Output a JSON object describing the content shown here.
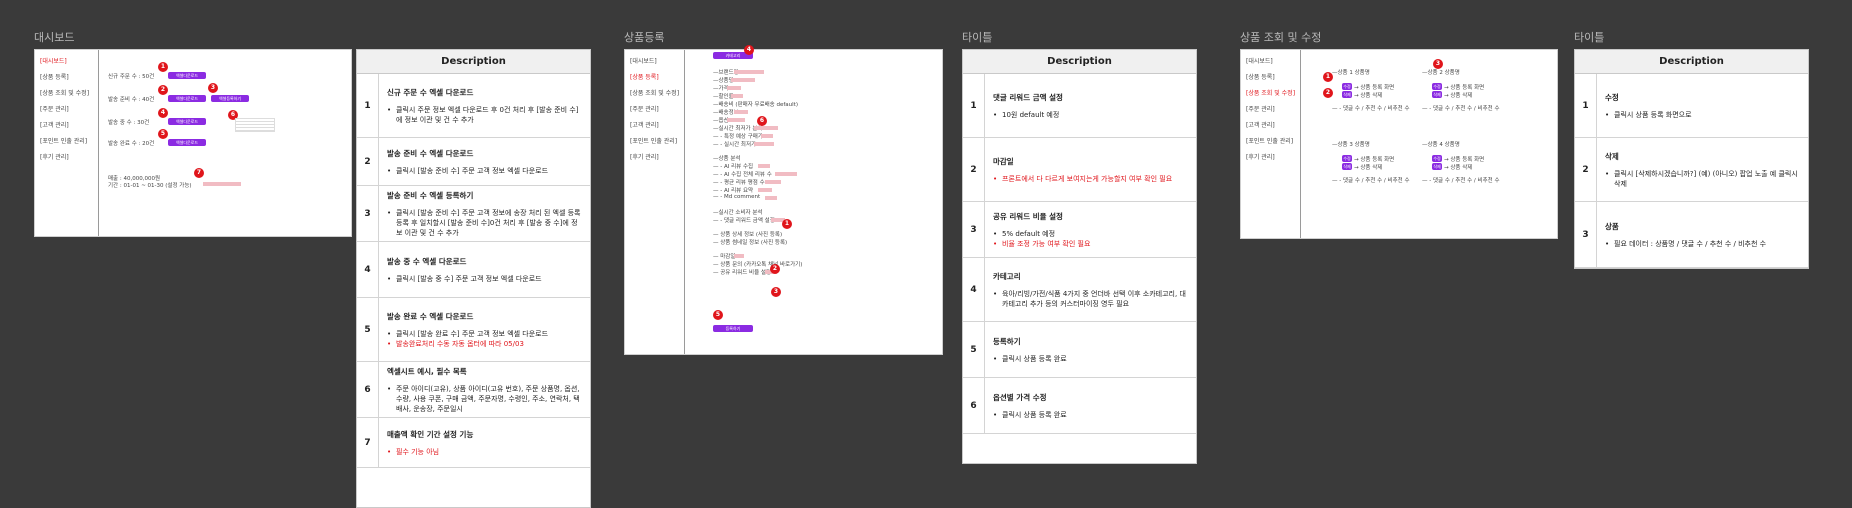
{
  "frames": {
    "dashboard": {
      "title": "대시보드",
      "sidebar": [
        "[대시보드]",
        "[상품 등록]",
        "[상품 조회 및 수정]",
        "[주문 관리]",
        "[고객 관리]",
        "[포인트 인출 관리]",
        "[후기 관리]"
      ],
      "active_index": 0,
      "stats": [
        "신규 주문 수 : 50건",
        "발송 준비 수 : 40건",
        "발송 중 수 : 30건",
        "발송 완료 수 : 20건"
      ],
      "btn_excel": "엑셀다운로드",
      "btn_excel2": "엑셀다운로드",
      "btn_excel_upload": "엑셀등록하기",
      "sales": "매출 : 40,000,000원",
      "period": "기간 : 01-01 ~ 01-30 (설정 가능)"
    },
    "dashboard_desc": {
      "header": "Description",
      "rows": [
        {
          "num": "1",
          "title": "신규 주문 수 엑셀 다운로드",
          "bullets": [
            {
              "text": "클릭시 주문 정보 엑셀 다운로드 후 0건 처리 후 [발송 준비 수]에 정보 이관 및 건 수 추가",
              "red": false
            }
          ]
        },
        {
          "num": "2",
          "title": "발송 준비 수 엑셀 다운로드",
          "bullets": [
            {
              "text": "클릭시 [발송 준비 수] 주문 고객 정보 엑셀 다운로드",
              "red": false
            }
          ]
        },
        {
          "num": "3",
          "title": "발송 준비 수 엑셀 등록하기",
          "bullets": [
            {
              "text": "클릭시 [발송 준비 수] 주문 고객 정보에 송장 처리 된 엑셀 등록 등록 후 일치할시 [발송 준비 수]0건 처리 후 [발송 중 수]에 정보 이관 및 건 수 추가",
              "red": false
            }
          ]
        },
        {
          "num": "4",
          "title": "발송 중 수 엑셀 다운로드",
          "bullets": [
            {
              "text": "클릭시 [발송 중 수] 주문 고객 정보 엑셀 다운로드",
              "red": false
            }
          ]
        },
        {
          "num": "5",
          "title": "발송 완료 수 엑셀 다운로드",
          "bullets": [
            {
              "text": "클릭시 [발송 완료 수] 주문 고객 정보 엑셀 다운로드",
              "red": false
            },
            {
              "text": "발송완료처리 수동 자동 옵터에 따라 05/03",
              "red": true
            }
          ]
        },
        {
          "num": "6",
          "title": "엑셀시트 예시, 필수 목록",
          "bullets": [
            {
              "text": "주문 아이디(고유), 상품 아이디(고유 번호), 주문 상품명, 옵션, 수량, 사용 쿠폰, 구매 금액, 주문자명, 수령인, 주소, 연락처, 택배사, 운송장, 주문일시",
              "red": false
            }
          ]
        },
        {
          "num": "7",
          "title": "매출액 확인 기간 설정 기능",
          "bullets": [
            {
              "text": "필수 기능 아님",
              "red": true
            }
          ]
        }
      ]
    },
    "register": {
      "title": "상품등록",
      "sidebar": [
        "[대시보드]",
        "[상품 등록]",
        "[상품 조회 및 수정]",
        "[주문 관리]",
        "[고객 관리]",
        "[포인트 인출 관리]",
        "[후기 관리]"
      ],
      "active_index": 1,
      "top_btn": "카테고리",
      "lines": [
        "—브랜드명",
        "—상품명",
        "—가격",
        "—할인율",
        "—배송비 (판매자 무료배송 default)",
        "—배송정보",
        "—옵션",
        "—실시간 최저가 분석",
        "— - 특정 예상 구매가",
        "— - 실시간 최저가",
        "—상품 분석",
        "— - AI 리뷰 수집",
        "— - AI 수집 전체 리뷰 수",
        "— - 평균 리뷰 평점 수",
        "— - AI 리뷰 요약",
        "— - Md comment",
        "—실시간 소비자 분석",
        "— - 댓글 리워드 금액 설정",
        "— 상품 상세 정보 (사진 등록)",
        "— 상품 썸네일 정보 (사진 등록)",
        "— 마감일",
        "— 상품 문의 (카카오톡 채널 바로가기)",
        "— 공유 리워드 비율 설정"
      ],
      "bottom_btn": "등록하기"
    },
    "register_desc": {
      "title": "타이틀",
      "header": "Description",
      "rows": [
        {
          "num": "1",
          "title": "댓글 리워드 금액 설정",
          "bullets": [
            {
              "text": "10원 default 예정",
              "red": false
            }
          ]
        },
        {
          "num": "2",
          "title": "마감일",
          "bullets": [
            {
              "text": "프론트에서 다 다르게 보여지는게 가능할지 여부 확인 필요",
              "red": true
            }
          ]
        },
        {
          "num": "3",
          "title": "공유 리워드 비율 설정",
          "bullets": [
            {
              "text": "5% default 예정",
              "red": false
            },
            {
              "text": "비율 조정 가능 여부 확인 필요",
              "red": true
            }
          ]
        },
        {
          "num": "4",
          "title": "카테고리",
          "bullets": [
            {
              "text": "육아/리빙/가전/식품 4가지 중 언더바 선택 이후 소카테고리, 대카테고리 추가 등의 커스터마이징 영두 필요",
              "red": false
            }
          ]
        },
        {
          "num": "5",
          "title": "등록하기",
          "bullets": [
            {
              "text": "클릭시 상품 등록 완료",
              "red": false
            }
          ]
        },
        {
          "num": "6",
          "title": "옵션별 가격 수정",
          "bullets": [
            {
              "text": "클릭시 상품 등록 완료",
              "red": false
            }
          ]
        }
      ]
    },
    "inquiry": {
      "title": "상품 조회 및 수정",
      "sidebar": [
        "[대시보드]",
        "[상품 등록]",
        "[상품 조회 및 수정]",
        "[주문 관리]",
        "[고객 관리]",
        "[포인트 인출 관리]",
        "[후기 관리]"
      ],
      "active_index": 2,
      "products": [
        {
          "name": "—상품 1 상품명",
          "l1": "→ 상품 등록 화면",
          "l2": "→ 상품 삭제",
          "l3": "— - 댓글 수 / 추천 수 / 비추천 수"
        },
        {
          "name": "—상품 2 상품명",
          "l1": "→ 상품 등록 화면",
          "l2": "→ 상품 삭제",
          "l3": "— - 댓글 수 / 추천 수 / 비추천 수"
        },
        {
          "name": "—상품 3 상품명",
          "l1": "→ 상품 등록 화면",
          "l2": "→ 상품 삭제",
          "l3": "— - 댓글 수 / 추천 수 / 비추천 수"
        },
        {
          "name": "—상품 4 상품명",
          "l1": "→ 상품 등록 화면",
          "l2": "→ 상품 삭제",
          "l3": "— - 댓글 수 / 추천 수 / 비추천 수"
        }
      ],
      "edit_btn": "수정",
      "del_btn": "삭제"
    },
    "inquiry_desc": {
      "title": "타이틀",
      "header": "Description",
      "rows": [
        {
          "num": "1",
          "title": "수정",
          "bullets": [
            {
              "text": "클릭시 상품 등록 화면으로",
              "red": false
            }
          ]
        },
        {
          "num": "2",
          "title": "삭제",
          "bullets": [
            {
              "text": "클릭시 [삭제하시겠습니까?] (예) (아니오) 팝업 노출 예 클릭시 삭제",
              "red": false
            }
          ]
        },
        {
          "num": "3",
          "title": "상품",
          "bullets": [
            {
              "text": "필요 데이터 : 상품명 / 댓글 수 / 추천 수 / 비추천 수",
              "red": false
            }
          ]
        }
      ]
    }
  }
}
